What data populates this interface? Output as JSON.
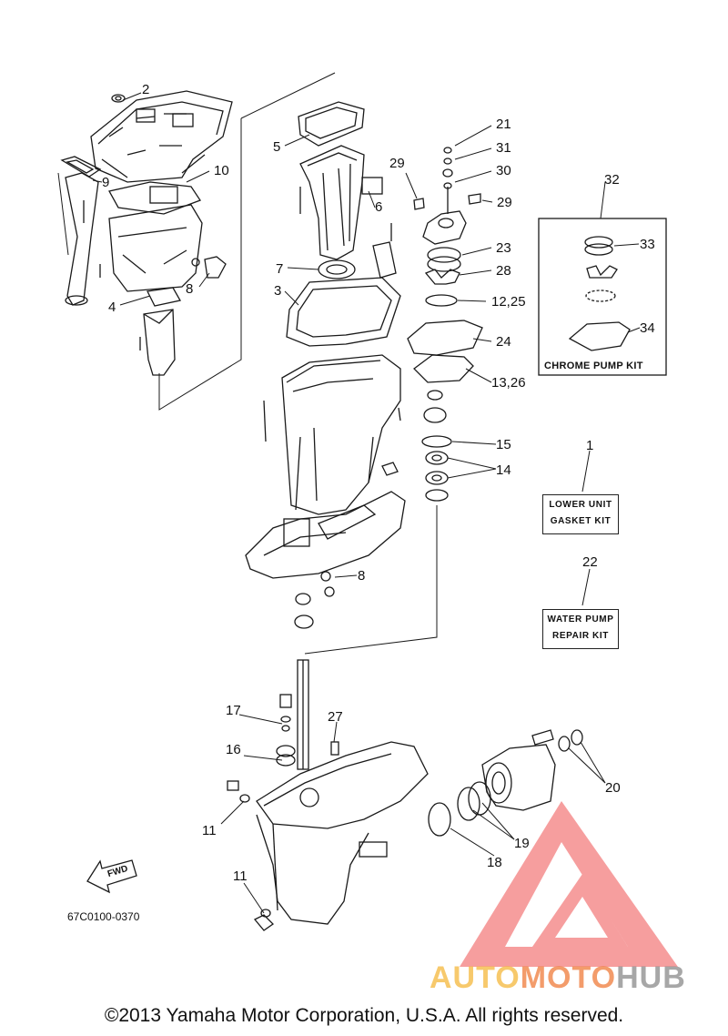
{
  "callouts": {
    "c1": "1",
    "c2": "2",
    "c3": "3",
    "c4": "4",
    "c5": "5",
    "c6": "6",
    "c7": "7",
    "c8a": "8",
    "c8b": "8",
    "c9": "9",
    "c10": "10",
    "c11a": "11",
    "c11b": "11",
    "c12": "12,25",
    "c13": "13,26",
    "c14": "14",
    "c15": "15",
    "c16": "16",
    "c17": "17",
    "c18": "18",
    "c19": "19",
    "c20": "20",
    "c21": "21",
    "c22": "22",
    "c23": "23",
    "c24": "24",
    "c27": "27",
    "c28": "28",
    "c29a": "29",
    "c29b": "29",
    "c30": "30",
    "c31": "31",
    "c32": "32",
    "c33": "33",
    "c34": "34"
  },
  "kits": {
    "lower_unit": [
      "LOWER UNIT",
      "GASKET KIT"
    ],
    "water_pump": [
      "WATER PUMP",
      "REPAIR KIT"
    ],
    "chrome_pump": "CHROME PUMP KIT"
  },
  "fwd_label": "FWD",
  "part_number": "67C0100-0370",
  "copyright": "©2013 Yamaha Motor Corporation, U.S.A. All rights reserved.",
  "watermark": {
    "auto": "AUTO",
    "moto": "MOTO",
    "hub": "HUB",
    "colors": {
      "triangle": "#ef4f4f",
      "auto": "#f5b83c",
      "moto": "#ef7b3a",
      "hub": "#8a8a8a"
    }
  }
}
